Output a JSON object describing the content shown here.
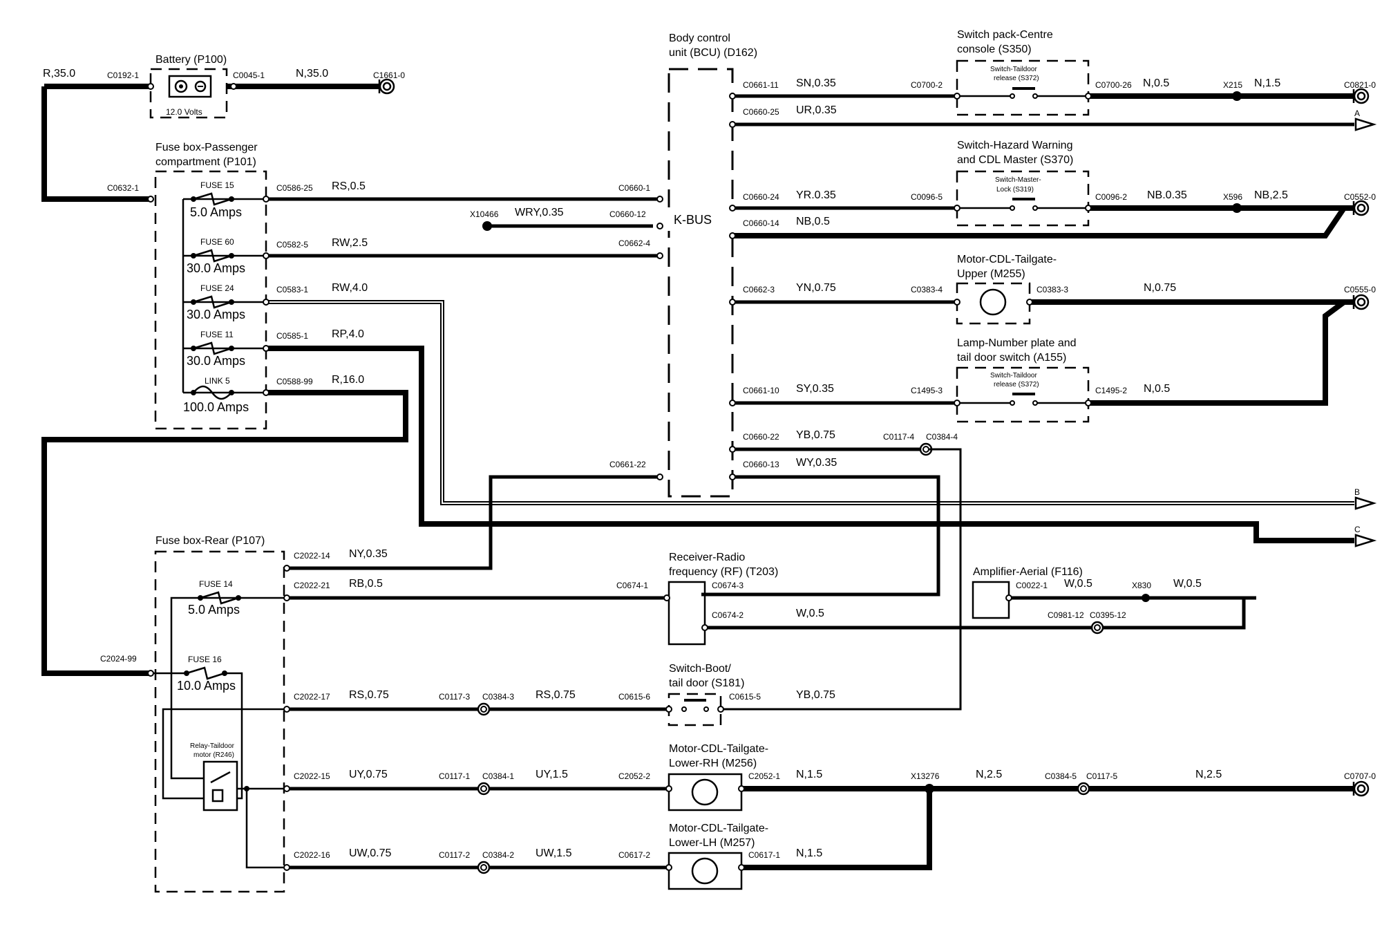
{
  "components": {
    "battery": {
      "name": "Battery (P100)",
      "rating": "12.0 Volts"
    },
    "fuse_pass": {
      "name_line1": "Fuse box-Passenger",
      "name_line2": "compartment (P101)"
    },
    "fuse_rear": {
      "name": "Fuse box-Rear (P107)"
    },
    "bcu": {
      "name_line1": "Body control",
      "name_line2": "unit (BCU) (D162)",
      "kbus": "K-BUS"
    },
    "sw_centre": {
      "name_line1": "Switch pack-Centre",
      "name_line2": "console (S350)",
      "inner_line1": "Switch-Taildoor",
      "inner_line2": "release (S372)"
    },
    "sw_hazard": {
      "name_line1": "Switch-Hazard Warning",
      "name_line2": "and CDL Master (S370)",
      "inner_line1": "Switch-Master-",
      "inner_line2": "Lock (S319)"
    },
    "motor_upper": {
      "name_line1": "Motor-CDL-Tailgate-",
      "name_line2": "Upper (M255)"
    },
    "lamp_plate": {
      "name_line1": "Lamp-Number plate and",
      "name_line2": "tail door switch (A155)",
      "inner_line1": "Switch-Taildoor",
      "inner_line2": "release (S372)"
    },
    "receiver_rf": {
      "name_line1": "Receiver-Radio",
      "name_line2": "frequency (RF) (T203)"
    },
    "amp_aerial": {
      "name": "Amplifier-Aerial (F116)"
    },
    "sw_boot": {
      "name_line1": "Switch-Boot/",
      "name_line2": "tail door (S181)"
    },
    "motor_rh": {
      "name_line1": "Motor-CDL-Tailgate-",
      "name_line2": "Lower-RH (M256)"
    },
    "motor_lh": {
      "name_line1": "Motor-CDL-Tailgate-",
      "name_line2": "Lower-LH (M257)"
    },
    "relay": {
      "name_line1": "Relay-Taildoor",
      "name_line2": "motor (R246)"
    }
  },
  "fuses": {
    "f15": {
      "name": "FUSE 15",
      "rating": "5.0 Amps"
    },
    "f60": {
      "name": "FUSE 60",
      "rating": "30.0 Amps"
    },
    "f24": {
      "name": "FUSE 24",
      "rating": "30.0 Amps"
    },
    "f11": {
      "name": "FUSE 11",
      "rating": "30.0 Amps"
    },
    "link5": {
      "name": "LINK 5",
      "rating": "100.0 Amps"
    },
    "f14": {
      "name": "FUSE 14",
      "rating": "5.0 Amps"
    },
    "f16": {
      "name": "FUSE 16",
      "rating": "10.0 Amps"
    }
  },
  "connectors": {
    "c0192_1": "C0192-1",
    "c0045_1": "C0045-1",
    "c1661_0": "C1661-0",
    "c0632_1": "C0632-1",
    "c0586_25": "C0586-25",
    "c0582_5": "C0582-5",
    "c0583_1": "C0583-1",
    "c0585_1": "C0585-1",
    "c0588_99": "C0588-99",
    "c0660_1": "C0660-1",
    "c0660_12": "C0660-12",
    "c0662_4": "C0662-4",
    "c0661_22": "C0661-22",
    "x10466": "X10466",
    "c0661_11": "C0661-11",
    "c0700_2": "C0700-2",
    "c0700_26": "C0700-26",
    "x215": "X215",
    "c0821_0": "C0821-0",
    "c0660_25": "C0660-25",
    "c0660_24": "C0660-24",
    "c0096_5": "C0096-5",
    "c0096_2": "C0096-2",
    "x596": "X596",
    "c0552_0": "C0552-0",
    "c0660_14": "C0660-14",
    "c0662_3": "C0662-3",
    "c0383_4": "C0383-4",
    "c0383_3": "C0383-3",
    "c0555_0": "C0555-0",
    "c0661_10": "C0661-10",
    "c1495_3": "C1495-3",
    "c1495_2": "C1495-2",
    "c0660_22": "C0660-22",
    "c0117_4": "C0117-4",
    "c0384_4": "C0384-4",
    "c0660_13": "C0660-13",
    "c2022_14": "C2022-14",
    "c2022_21": "C2022-21",
    "c0674_1": "C0674-1",
    "c0674_3": "C0674-3",
    "c0674_2": "C0674-2",
    "c0022_1": "C0022-1",
    "x830": "X830",
    "c0981_12": "C0981-12",
    "c0395_12": "C0395-12",
    "c2024_99": "C2024-99",
    "c2022_17": "C2022-17",
    "c0117_3": "C0117-3",
    "c0384_3": "C0384-3",
    "c0615_6": "C0615-6",
    "c0615_5": "C0615-5",
    "c2022_15": "C2022-15",
    "c0117_1": "C0117-1",
    "c0384_1": "C0384-1",
    "c2052_2": "C2052-2",
    "c2052_1": "C2052-1",
    "x13276": "X13276",
    "c0384_5": "C0384-5",
    "c0117_5": "C0117-5",
    "c0707_0": "C0707-0",
    "c2022_16": "C2022-16",
    "c0117_2": "C0117-2",
    "c0384_2": "C0384-2",
    "c0617_2": "C0617-2",
    "c0617_1": "C0617-1"
  },
  "wires": {
    "r35": "R,35.0",
    "n35": "N,35.0",
    "rs05": "RS,0.5",
    "rw25": "RW,2.5",
    "rw40": "RW,4.0",
    "rp40": "RP,4.0",
    "r160": "R,16.0",
    "wry035": "WRY,0.35",
    "sn035": "SN,0.35",
    "n05_a": "N,0.5",
    "n15": "N,1.5",
    "ur035": "UR,0.35",
    "yr035": "YR.0.35",
    "nb035": "NB.0.35",
    "nb25": "NB,2.5",
    "nb05": "NB,0.5",
    "yn075": "YN,0.75",
    "n075": "N,0.75",
    "sy035": "SY,0.35",
    "n05_b": "N,0.5",
    "yb075": "YB,0.75",
    "wy035": "WY,0.35",
    "ny035": "NY,0.35",
    "rb05": "RB,0.5",
    "w05_a": "W,0.5",
    "w05_b": "W,0.5",
    "w05_c": "W,0.5",
    "rs075_a": "RS,0.75",
    "rs075_b": "RS,0.75",
    "yb075_b": "YB,0.75",
    "uy075": "UY,0.75",
    "uy15": "UY,1.5",
    "n15_b": "N,1.5",
    "n25_a": "N,2.5",
    "n25_b": "N,2.5",
    "uw075": "UW,0.75",
    "uw15": "UW,1.5",
    "n15_c": "N,1.5"
  },
  "arrows": {
    "a": "A",
    "b": "B",
    "c": "C"
  }
}
